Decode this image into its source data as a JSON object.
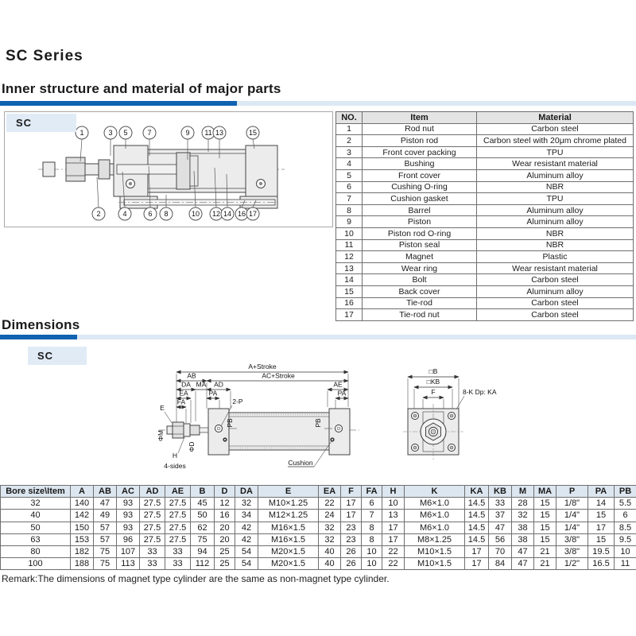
{
  "page": {
    "series_title": "SC Series",
    "section1_title": "Inner structure and material of major parts",
    "section2_title": "Dimensions",
    "remark": "Remark:The dimensions of magnet type cylinder are the same as non-magnet type cylinder."
  },
  "colors": {
    "accent_blue": "#0e62b0",
    "bar_light": "#dce8f3",
    "sc_chip_bg": "#e0ebf6",
    "material_header_bg": "#e4e4e4",
    "dim_header_bg": "#dce6f0"
  },
  "structure": {
    "sc_label": "SC",
    "callouts_top": [
      "1",
      "3",
      "5",
      "7",
      "9",
      "11",
      "13",
      "15"
    ],
    "callouts_bottom": [
      "2",
      "4",
      "6",
      "8",
      "10",
      "12",
      "14",
      "16",
      "17"
    ]
  },
  "material_table": {
    "headers": [
      "NO.",
      "Item",
      "Material"
    ],
    "rows": [
      [
        "1",
        "Rod nut",
        "Carbon steel"
      ],
      [
        "2",
        "Piston rod",
        "Carbon steel with 20μm chrome plated"
      ],
      [
        "3",
        "Front cover packing",
        "TPU"
      ],
      [
        "4",
        "Bushing",
        "Wear resistant material"
      ],
      [
        "5",
        "Front cover",
        "Aluminum alloy"
      ],
      [
        "6",
        "Cushing O-ring",
        "NBR"
      ],
      [
        "7",
        "Cushion gasket",
        "TPU"
      ],
      [
        "8",
        "Barrel",
        "Aluminum alloy"
      ],
      [
        "9",
        "Piston",
        "Aluminum alloy"
      ],
      [
        "10",
        "Piston rod O-ring",
        "NBR"
      ],
      [
        "11",
        "Piston seal",
        "NBR"
      ],
      [
        "12",
        "Magnet",
        "Plastic"
      ],
      [
        "13",
        "Wear ring",
        "Wear resistant material"
      ],
      [
        "14",
        "Bolt",
        "Carbon steel"
      ],
      [
        "15",
        "Back cover",
        "Aluminum alloy"
      ],
      [
        "16",
        "Tie-rod",
        "Carbon steel"
      ],
      [
        "17",
        "Tie-rod nut",
        "Carbon steel"
      ]
    ]
  },
  "dimensions": {
    "sc_label": "SC",
    "side_labels": {
      "a_stroke": "A+Stroke",
      "ac_stroke": "AC+Stroke",
      "ab": "AB",
      "da": "DA",
      "ma": "MA",
      "ad": "AD",
      "ae": "AE",
      "ea": "EA",
      "fa": "FA",
      "pa_left": "PA",
      "pa_right": "PA",
      "e": "E",
      "two_p": "2-P",
      "pb_left": "PB",
      "pb_right": "PB",
      "phi_m": "ΦM",
      "phi_d": "ΦD",
      "h": "H",
      "four_sides": "4-sides",
      "cushion": "Cushion"
    },
    "end_labels": {
      "b": "□B",
      "kb": "□KB",
      "f": "F",
      "k_note": "8-K Dp: KA"
    }
  },
  "dim_table": {
    "headers": [
      "Bore size\\Item",
      "A",
      "AB",
      "AC",
      "AD",
      "AE",
      "B",
      "D",
      "DA",
      "E",
      "EA",
      "F",
      "FA",
      "H",
      "K",
      "KA",
      "KB",
      "M",
      "MA",
      "P",
      "PA",
      "PB"
    ],
    "rows": [
      [
        "32",
        "140",
        "47",
        "93",
        "27.5",
        "27.5",
        "45",
        "12",
        "32",
        "M10×1.25",
        "22",
        "17",
        "6",
        "10",
        "M6×1.0",
        "14.5",
        "33",
        "28",
        "15",
        "1/8\"",
        "14",
        "5.5"
      ],
      [
        "40",
        "142",
        "49",
        "93",
        "27.5",
        "27.5",
        "50",
        "16",
        "34",
        "M12×1.25",
        "24",
        "17",
        "7",
        "13",
        "M6×1.0",
        "14.5",
        "37",
        "32",
        "15",
        "1/4\"",
        "15",
        "6"
      ],
      [
        "50",
        "150",
        "57",
        "93",
        "27.5",
        "27.5",
        "62",
        "20",
        "42",
        "M16×1.5",
        "32",
        "23",
        "8",
        "17",
        "M6×1.0",
        "14.5",
        "47",
        "38",
        "15",
        "1/4\"",
        "17",
        "8.5"
      ],
      [
        "63",
        "153",
        "57",
        "96",
        "27.5",
        "27.5",
        "75",
        "20",
        "42",
        "M16×1.5",
        "32",
        "23",
        "8",
        "17",
        "M8×1.25",
        "14.5",
        "56",
        "38",
        "15",
        "3/8\"",
        "15",
        "9.5"
      ],
      [
        "80",
        "182",
        "75",
        "107",
        "33",
        "33",
        "94",
        "25",
        "54",
        "M20×1.5",
        "40",
        "26",
        "10",
        "22",
        "M10×1.5",
        "17",
        "70",
        "47",
        "21",
        "3/8\"",
        "19.5",
        "10"
      ],
      [
        "100",
        "188",
        "75",
        "113",
        "33",
        "33",
        "112",
        "25",
        "54",
        "M20×1.5",
        "40",
        "26",
        "10",
        "22",
        "M10×1.5",
        "17",
        "84",
        "47",
        "21",
        "1/2\"",
        "16.5",
        "11"
      ]
    ]
  }
}
